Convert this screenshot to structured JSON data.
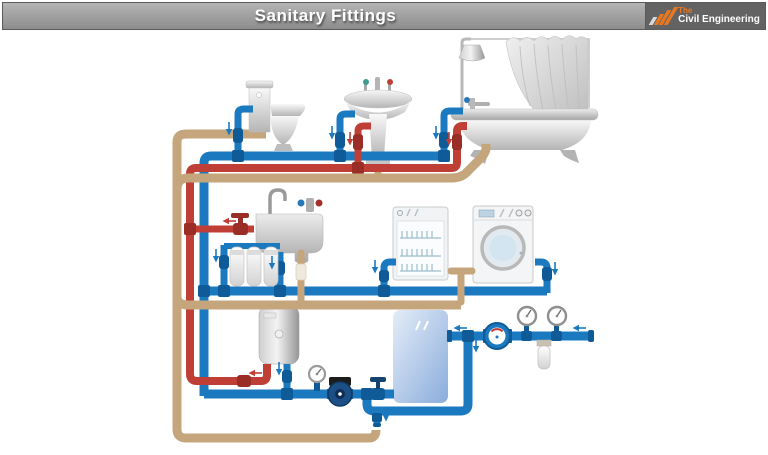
{
  "header": {
    "title": "Sanitary Fittings",
    "logo": {
      "brand_top": "The",
      "brand_bottom": "Civil Engineering"
    }
  },
  "colors": {
    "page_bg": "#ffffff",
    "banner_light": "#b4b4b4",
    "banner_dark": "#8d8d8d",
    "banner_border": "#5a5a5a",
    "logo_bg": "#636363",
    "logo_accent": "#e87722",
    "logo_text": "#ffffff",
    "cold_water": "#1b79c0",
    "cold_water_dark": "#0e5b97",
    "hot_water": "#bf3e36",
    "hot_water_dark": "#9a2e27",
    "drain": "#c4a57c",
    "drain_dark": "#b08d60",
    "fixture_light": "#f5f5f5",
    "fixture_dark": "#a9a9a9"
  },
  "diagram": {
    "systems": [
      {
        "id": "cold-water-supply",
        "color": "#1b79c0"
      },
      {
        "id": "hot-water-supply",
        "color": "#bf3e36"
      },
      {
        "id": "drainage",
        "color": "#c4a57c"
      }
    ],
    "fixtures": [
      "toilet",
      "pedestal-basin",
      "bathtub",
      "shower",
      "shower-curtain",
      "kitchen-sink",
      "water-filter-unit",
      "dishwasher",
      "washing-machine",
      "water-heater",
      "storage-tank",
      "circulation-pump",
      "pressure-gauge",
      "water-meter",
      "pressure-gauges",
      "inline-filter"
    ]
  }
}
